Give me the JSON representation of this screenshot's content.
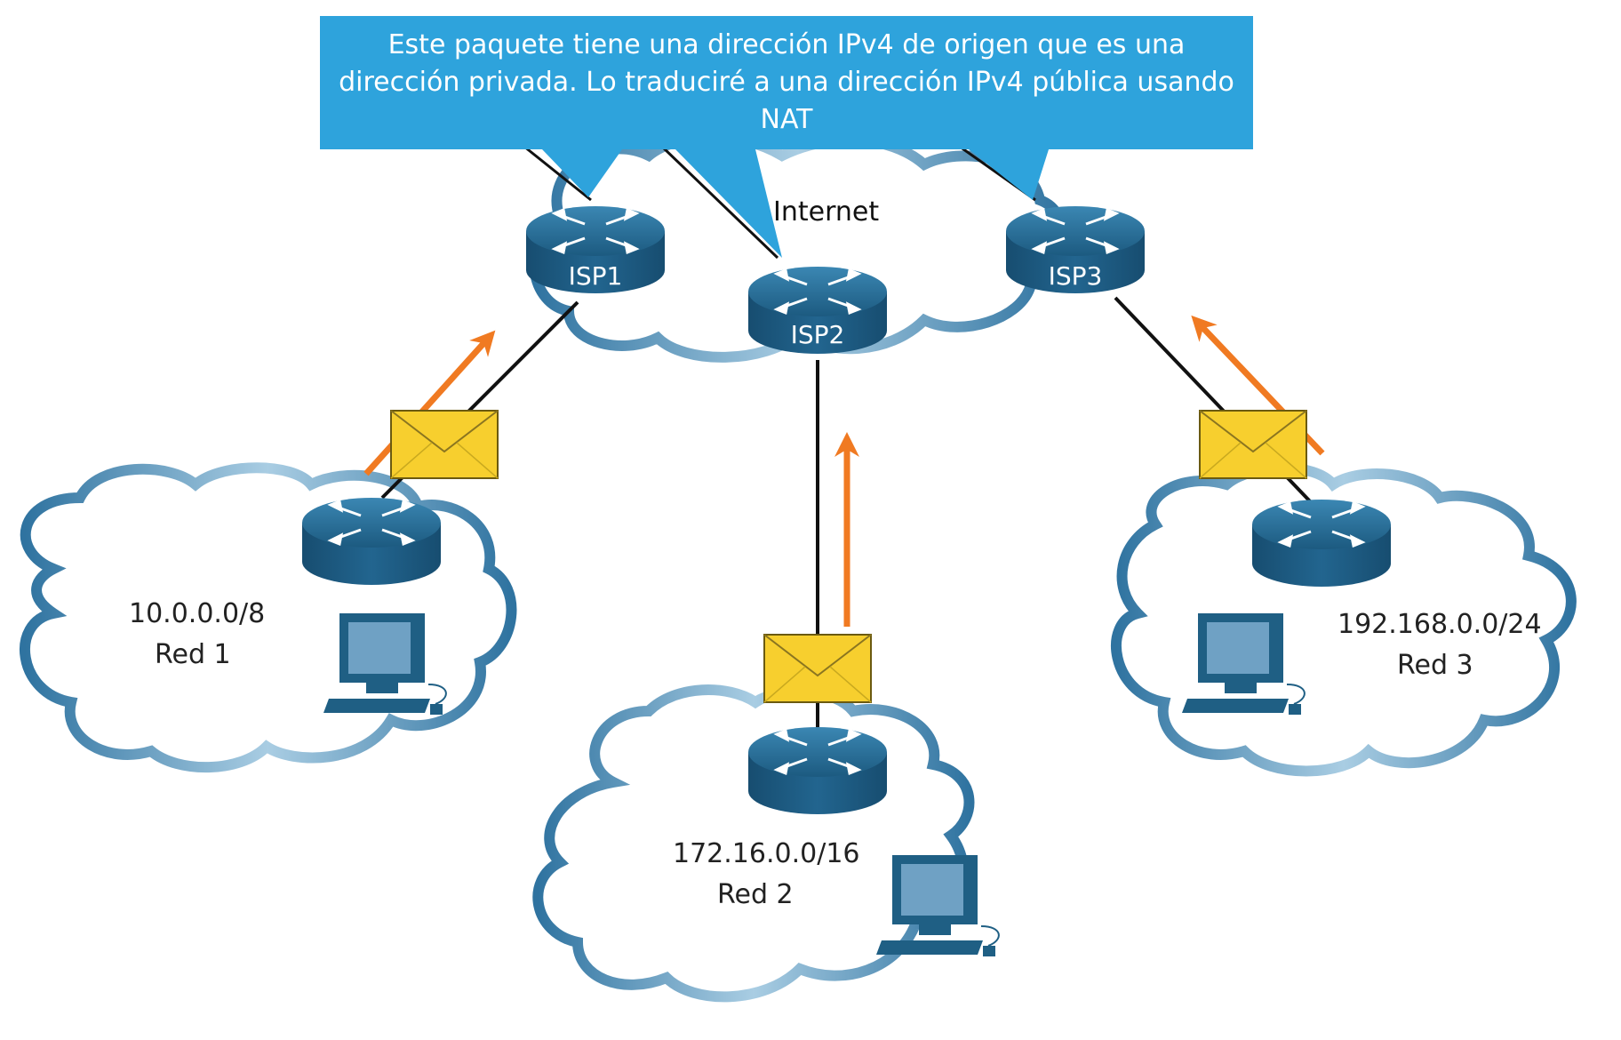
{
  "callout": {
    "text": "Este paquete tiene una dirección IPv4 de origen que es una dirección privada. Lo traduciré a una dirección IPv4 pública usando NAT"
  },
  "internet": {
    "label": "Internet"
  },
  "routers": {
    "isp1": "ISP1",
    "isp2": "ISP2",
    "isp3": "ISP3"
  },
  "networks": {
    "red1": {
      "prefix": "10.0.0.0/8",
      "name": "Red 1"
    },
    "red2": {
      "prefix": "172.16.0.0/16",
      "name": "Red 2"
    },
    "red3": {
      "prefix": "192.168.0.0/24",
      "name": "Red 3"
    }
  },
  "colors": {
    "callout": "#2ea3dc",
    "cloud_stroke": "#3a7fa8",
    "router": "#1f5f84",
    "arrow": "#f07a22",
    "envelope": "#f7cf2e"
  }
}
